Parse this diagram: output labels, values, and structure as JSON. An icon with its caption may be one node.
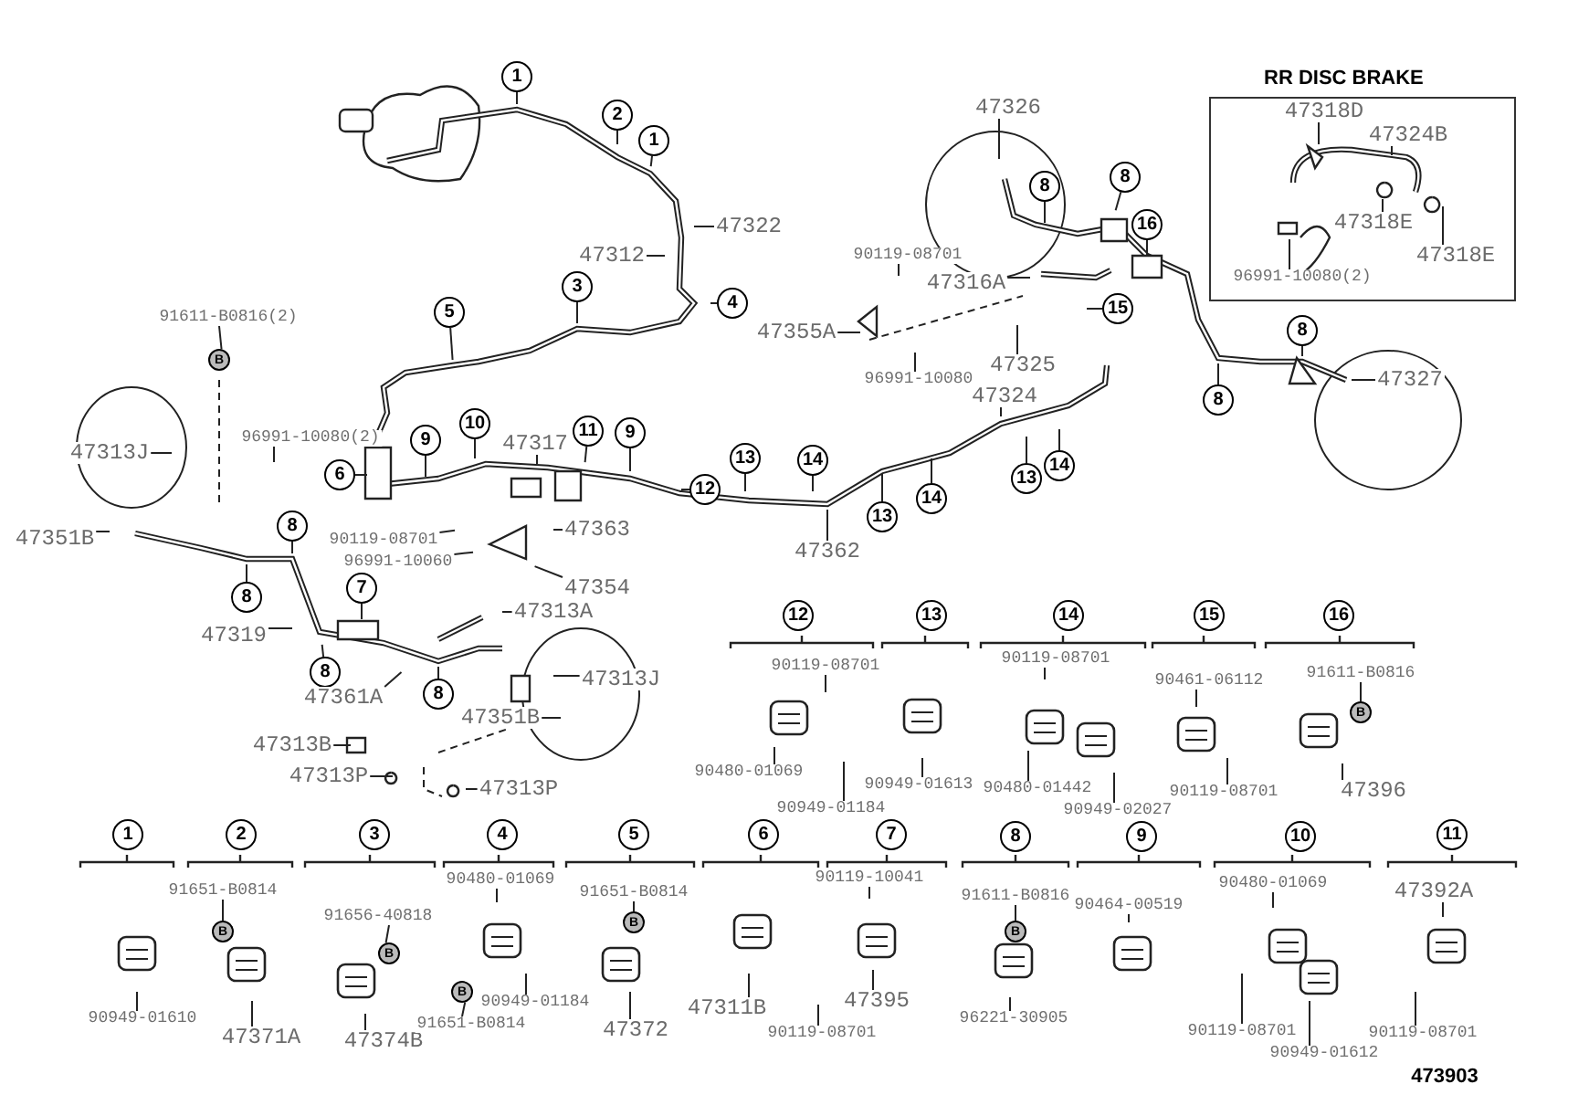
{
  "diagram": {
    "nodes": [
      {
        "text": [
          "1"
        ]
      },
      {
        "text": [
          "2"
        ]
      },
      {
        "text": [
          "1"
        ]
      },
      {
        "text": [
          "47322"
        ]
      },
      {
        "text": [
          "47312"
        ]
      },
      {
        "text": [
          "4"
        ]
      },
      {
        "text": [
          "3"
        ]
      },
      {
        "text": [
          "5"
        ]
      },
      {
        "text": [
          "91611-B0816(2)"
        ]
      },
      {
        "text": [
          "96991-10080(2)"
        ]
      },
      {
        "text": [
          "47313J"
        ]
      },
      {
        "text": [
          "6"
        ]
      },
      {
        "text": [
          "9"
        ]
      },
      {
        "text": [
          "10"
        ]
      },
      {
        "text": [
          "47317"
        ]
      },
      {
        "text": [
          "11"
        ]
      },
      {
        "text": [
          "9"
        ]
      },
      {
        "text": [
          "12"
        ]
      },
      {
        "text": [
          "13"
        ]
      },
      {
        "text": [
          "14"
        ]
      },
      {
        "text": [
          "47362"
        ]
      },
      {
        "text": [
          "13"
        ]
      },
      {
        "text": [
          "14"
        ]
      },
      {
        "text": [
          "13"
        ]
      },
      {
        "text": [
          "14"
        ]
      },
      {
        "text": [
          "47324"
        ]
      },
      {
        "text": [
          "47325"
        ]
      },
      {
        "text": [
          "15"
        ]
      },
      {
        "text": [
          "47316A"
        ]
      },
      {
        "text": [
          "90119-08701"
        ]
      },
      {
        "text": [
          "47355A"
        ]
      },
      {
        "text": [
          "96991-10080"
        ]
      },
      {
        "text": [
          "47326"
        ]
      },
      {
        "text": [
          "8"
        ]
      },
      {
        "text": [
          "8"
        ]
      },
      {
        "text": [
          "16"
        ]
      },
      {
        "text": [
          "8"
        ]
      },
      {
        "text": [
          "8"
        ]
      },
      {
        "text": [
          "47327"
        ]
      },
      {
        "text": [
          "RR DISC BRAKE"
        ]
      },
      {
        "text": [
          "47318D"
        ],
        "in": 39
      },
      {
        "text": [
          "47324B"
        ],
        "in": 39
      },
      {
        "text": [
          "47318E"
        ],
        "in": 39
      },
      {
        "text": [
          "47318E"
        ],
        "in": 39
      },
      {
        "text": [
          "96991-10080(2)"
        ],
        "in": 39
      },
      {
        "text": [
          "47351B"
        ]
      },
      {
        "text": [
          "8"
        ]
      },
      {
        "text": [
          "90119-08701"
        ]
      },
      {
        "text": [
          "47363"
        ]
      },
      {
        "text": [
          "96991-10060"
        ]
      },
      {
        "text": [
          "47354"
        ]
      },
      {
        "text": [
          "8"
        ]
      },
      {
        "text": [
          "7"
        ]
      },
      {
        "text": [
          "47313A"
        ]
      },
      {
        "text": [
          "47319"
        ]
      },
      {
        "text": [
          "8"
        ]
      },
      {
        "text": [
          "47313J"
        ]
      },
      {
        "text": [
          "47361A"
        ]
      },
      {
        "text": [
          "8"
        ]
      },
      {
        "text": [
          "47351B"
        ]
      },
      {
        "text": [
          "47313B"
        ]
      },
      {
        "text": [
          "47313P"
        ]
      },
      {
        "text": [
          "47313P"
        ]
      },
      {
        "text": [
          "90119-08701"
        ]
      },
      {
        "text": [
          "90480-01069"
        ]
      },
      {
        "text": [
          "90949-01184"
        ]
      },
      {
        "text": [
          "90949-01613"
        ]
      },
      {
        "text": [
          "90119-08701"
        ]
      },
      {
        "text": [
          "90480-01442"
        ]
      },
      {
        "text": [
          "90949-02027"
        ]
      },
      {
        "text": [
          "90461-06112"
        ]
      },
      {
        "text": [
          "90119-08701"
        ]
      },
      {
        "text": [
          "91611-B0816"
        ]
      },
      {
        "text": [
          "47396"
        ]
      },
      {
        "text": [
          "90949-01610"
        ]
      },
      {
        "text": [
          "91651-B0814"
        ]
      },
      {
        "text": [
          "47371A"
        ]
      },
      {
        "text": [
          "91656-40818"
        ]
      },
      {
        "text": [
          "47374B"
        ]
      },
      {
        "text": [
          "90480-01069"
        ]
      },
      {
        "text": [
          "91651-B0814"
        ]
      },
      {
        "text": [
          "90949-01184"
        ]
      },
      {
        "text": [
          "91651-B0814"
        ]
      },
      {
        "text": [
          "47372"
        ]
      },
      {
        "text": [
          "47311B"
        ]
      },
      {
        "text": [
          "90119-08701"
        ]
      },
      {
        "text": [
          "90119-10041"
        ]
      },
      {
        "text": [
          "47395"
        ]
      },
      {
        "text": [
          "91611-B0816"
        ]
      },
      {
        "text": [
          "96221-30905"
        ]
      },
      {
        "text": [
          "90464-00519"
        ]
      },
      {
        "text": [
          "90480-01069"
        ]
      },
      {
        "text": [
          "90119-08701"
        ]
      },
      {
        "text": [
          "90949-01612"
        ]
      },
      {
        "text": [
          "47392A"
        ]
      },
      {
        "text": [
          "90119-08701"
        ]
      },
      {
        "text": [
          "B"
        ]
      },
      {
        "text": [
          "B"
        ]
      },
      {
        "text": [
          "B"
        ]
      },
      {
        "text": [
          "B"
        ]
      },
      {
        "text": [
          "B"
        ]
      },
      {
        "text": [
          "B"
        ]
      },
      {
        "text": [
          "B"
        ]
      },
      {
        "text": [
          "12"
        ]
      },
      {
        "text": [
          "13"
        ]
      },
      {
        "text": [
          "14"
        ]
      },
      {
        "text": [
          "15"
        ]
      },
      {
        "text": [
          "16"
        ]
      },
      {
        "text": [
          "1"
        ]
      },
      {
        "text": [
          "2"
        ]
      },
      {
        "text": [
          "3"
        ]
      },
      {
        "text": [
          "4"
        ]
      },
      {
        "text": [
          "5"
        ]
      },
      {
        "text": [
          "6"
        ]
      },
      {
        "text": [
          "7"
        ]
      },
      {
        "text": [
          "8"
        ]
      },
      {
        "text": [
          "9"
        ]
      },
      {
        "text": [
          "10"
        ]
      },
      {
        "text": [
          "11"
        ]
      }
    ],
    "edges": [
      {
        "from": 0,
        "to": null,
        "arrow": "none"
      },
      {
        "from": 1,
        "to": null,
        "arrow": "none"
      },
      {
        "from": 2,
        "to": null,
        "arrow": "none"
      },
      {
        "from": 3,
        "to": null,
        "arrow": "none"
      },
      {
        "from": 4,
        "to": null,
        "arrow": "none"
      },
      {
        "from": 5,
        "to": null,
        "arrow": "none"
      },
      {
        "from": 6,
        "to": null,
        "arrow": "none"
      },
      {
        "from": 7,
        "to": null,
        "arrow": "none"
      },
      {
        "from": 8,
        "to": 96,
        "arrow": "none"
      },
      {
        "from": 9,
        "to": null,
        "arrow": "none"
      },
      {
        "from": 10,
        "to": null,
        "arrow": "none"
      },
      {
        "from": 11,
        "to": null,
        "arrow": "none"
      },
      {
        "from": 12,
        "to": null,
        "arrow": "none"
      },
      {
        "from": 13,
        "to": null,
        "arrow": "none"
      },
      {
        "from": 14,
        "to": null,
        "arrow": "none"
      },
      {
        "from": 15,
        "to": null,
        "arrow": "none"
      },
      {
        "from": 16,
        "to": null,
        "arrow": "none"
      },
      {
        "from": 17,
        "to": null,
        "arrow": "none"
      },
      {
        "from": 18,
        "to": null,
        "arrow": "none"
      },
      {
        "from": 19,
        "to": null,
        "arrow": "none"
      },
      {
        "from": 20,
        "to": null,
        "arrow": "none"
      },
      {
        "from": 21,
        "to": null,
        "arrow": "none"
      },
      {
        "from": 22,
        "to": null,
        "arrow": "none"
      },
      {
        "from": 23,
        "to": null,
        "arrow": "none"
      },
      {
        "from": 24,
        "to": null,
        "arrow": "none"
      },
      {
        "from": 25,
        "to": null,
        "arrow": "none"
      },
      {
        "from": 26,
        "to": null,
        "arrow": "none"
      },
      {
        "from": 27,
        "to": null,
        "arrow": "none"
      },
      {
        "from": 28,
        "to": null,
        "arrow": "none"
      },
      {
        "from": 29,
        "to": null,
        "arrow": "none"
      },
      {
        "from": 30,
        "to": null,
        "arrow": "none"
      },
      {
        "from": 31,
        "to": null,
        "arrow": "none"
      },
      {
        "from": 32,
        "to": null,
        "arrow": "none"
      },
      {
        "from": 33,
        "to": null,
        "arrow": "none"
      },
      {
        "from": 34,
        "to": null,
        "arrow": "none"
      },
      {
        "from": 35,
        "to": null,
        "arrow": "none"
      },
      {
        "from": 36,
        "to": null,
        "arrow": "none"
      },
      {
        "from": 37,
        "to": null,
        "arrow": "none"
      },
      {
        "from": 38,
        "to": null,
        "arrow": "none"
      },
      {
        "from": 40,
        "to": null,
        "arrow": "none"
      },
      {
        "from": 41,
        "to": null,
        "arrow": "none"
      },
      {
        "from": 42,
        "to": null,
        "arrow": "none"
      },
      {
        "from": 43,
        "to": null,
        "arrow": "none"
      },
      {
        "from": 44,
        "to": null,
        "arrow": "none"
      },
      {
        "from": 45,
        "to": null,
        "arrow": "none"
      },
      {
        "from": 46,
        "to": null,
        "arrow": "none"
      },
      {
        "from": 47,
        "to": null,
        "arrow": "none"
      },
      {
        "from": 48,
        "to": null,
        "arrow": "none"
      },
      {
        "from": 49,
        "to": null,
        "arrow": "none"
      },
      {
        "from": 50,
        "to": null,
        "arrow": "none"
      },
      {
        "from": 51,
        "to": null,
        "arrow": "none"
      },
      {
        "from": 52,
        "to": null,
        "arrow": "none"
      },
      {
        "from": 53,
        "to": null,
        "arrow": "none"
      },
      {
        "from": 54,
        "to": null,
        "arrow": "none"
      },
      {
        "from": 55,
        "to": null,
        "arrow": "none"
      },
      {
        "from": 56,
        "to": null,
        "arrow": "none"
      },
      {
        "from": 57,
        "to": null,
        "arrow": "none"
      },
      {
        "from": 58,
        "to": null,
        "arrow": "none"
      },
      {
        "from": 59,
        "to": null,
        "arrow": "none"
      },
      {
        "from": 60,
        "to": null,
        "arrow": "none"
      },
      {
        "from": 61,
        "to": null,
        "arrow": "none"
      },
      {
        "from": 62,
        "to": null,
        "arrow": "none"
      },
      {
        "from": 63,
        "to": null,
        "arrow": "none"
      },
      {
        "from": 64,
        "to": null,
        "arrow": "none"
      },
      {
        "from": 65,
        "to": null,
        "arrow": "none"
      },
      {
        "from": 66,
        "to": null,
        "arrow": "none"
      },
      {
        "from": 67,
        "to": null,
        "arrow": "none"
      },
      {
        "from": 68,
        "to": null,
        "arrow": "none"
      },
      {
        "from": 69,
        "to": null,
        "arrow": "none"
      },
      {
        "from": 70,
        "to": null,
        "arrow": "none"
      },
      {
        "from": 71,
        "to": null,
        "arrow": "none"
      },
      {
        "from": 72,
        "to": 97,
        "arrow": "none"
      },
      {
        "from": 73,
        "to": null,
        "arrow": "none"
      },
      {
        "from": 74,
        "to": null,
        "arrow": "none"
      },
      {
        "from": 75,
        "to": 98,
        "arrow": "none"
      },
      {
        "from": 76,
        "to": null,
        "arrow": "none"
      },
      {
        "from": 77,
        "to": 99,
        "arrow": "none"
      },
      {
        "from": 78,
        "to": null,
        "arrow": "none"
      },
      {
        "from": 79,
        "to": null,
        "arrow": "none"
      },
      {
        "from": 80,
        "to": 100,
        "arrow": "none"
      },
      {
        "from": 81,
        "to": null,
        "arrow": "none"
      },
      {
        "from": 82,
        "to": 101,
        "arrow": "none"
      },
      {
        "from": 83,
        "to": null,
        "arrow": "none"
      },
      {
        "from": 84,
        "to": null,
        "arrow": "none"
      },
      {
        "from": 85,
        "to": null,
        "arrow": "none"
      },
      {
        "from": 86,
        "to": null,
        "arrow": "none"
      },
      {
        "from": 87,
        "to": null,
        "arrow": "none"
      },
      {
        "from": 88,
        "to": 102,
        "arrow": "none"
      },
      {
        "from": 89,
        "to": null,
        "arrow": "none"
      },
      {
        "from": 90,
        "to": null,
        "arrow": "none"
      },
      {
        "from": 91,
        "to": null,
        "arrow": "none"
      },
      {
        "from": 92,
        "to": null,
        "arrow": "none"
      },
      {
        "from": 93,
        "to": null,
        "arrow": "none"
      },
      {
        "from": 94,
        "to": null,
        "arrow": "none"
      },
      {
        "from": 95,
        "to": null,
        "arrow": "none"
      }
    ],
    "labels": [
      "473903"
    ]
  }
}
